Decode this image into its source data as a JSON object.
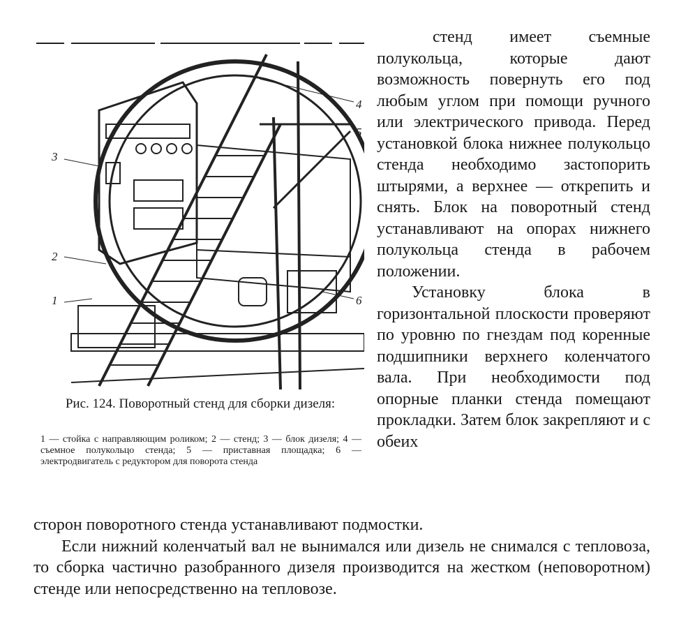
{
  "figure": {
    "callouts": [
      "1",
      "2",
      "3",
      "4",
      "5",
      "6"
    ]
  },
  "caption": {
    "title": "Рис. 124. Поворотный стенд для сборки дизеля:"
  },
  "legend": {
    "text": "1 — стойка с направляющим роликом; 2 — стенд; 3 — блок дизеля; 4 — съемное полукольцо стенда; 5 — приставная площадка; 6 — электродвигатель с редуктором для поворота стенда"
  },
  "column": {
    "para1": "стенд имеет съемные полукольца, которые дают возможность повернуть его под любым углом при помощи ручного или электрического привода. Перед установкой блока нижнее полукольцо стенда необходимо застопорить штырями, а верхнее — открепить и снять. Блок на поворотный стенд устанавливают на опорах нижнего полукольца стенда в рабочем положении.",
    "para2": "Установку блока в горизонтальной плоскости проверяют по уровню по гнездам под коренные подшипники верхнего коленчатого вала. При необходимости под опорные планки стенда помещают прокладки. Затем блок закрепляют и с обеих"
  },
  "full": {
    "line1": "сторон поворотного стенда устанавливают подмостки.",
    "para3": "Если нижний коленчатый вал не вынимался или дизель не снимался с тепловоза, то сборка частично разобранного дизеля производится на жестком (неповоротном) стенде или непосредственно на тепловозе."
  }
}
